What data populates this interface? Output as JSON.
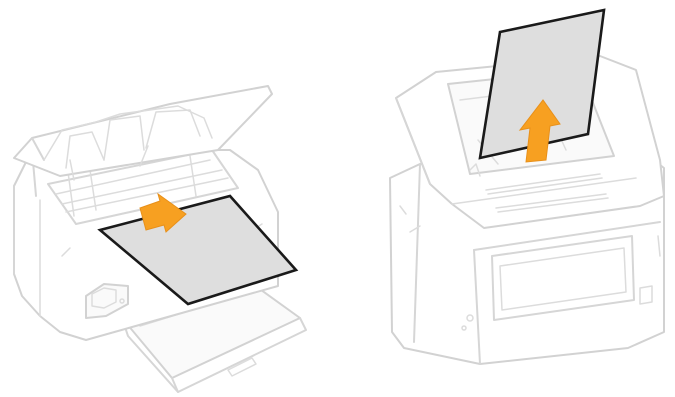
{
  "colors": {
    "arrow": "#f7a021",
    "paper_fill": "#dedede",
    "paper_outline": "#1a1a1a",
    "printer_outline": "#d2d2d2",
    "background": "#ffffff"
  },
  "illustrations": [
    {
      "name": "front-paper-removal",
      "arrow_direction": "outward"
    },
    {
      "name": "rear-paper-removal",
      "arrow_direction": "up"
    }
  ]
}
